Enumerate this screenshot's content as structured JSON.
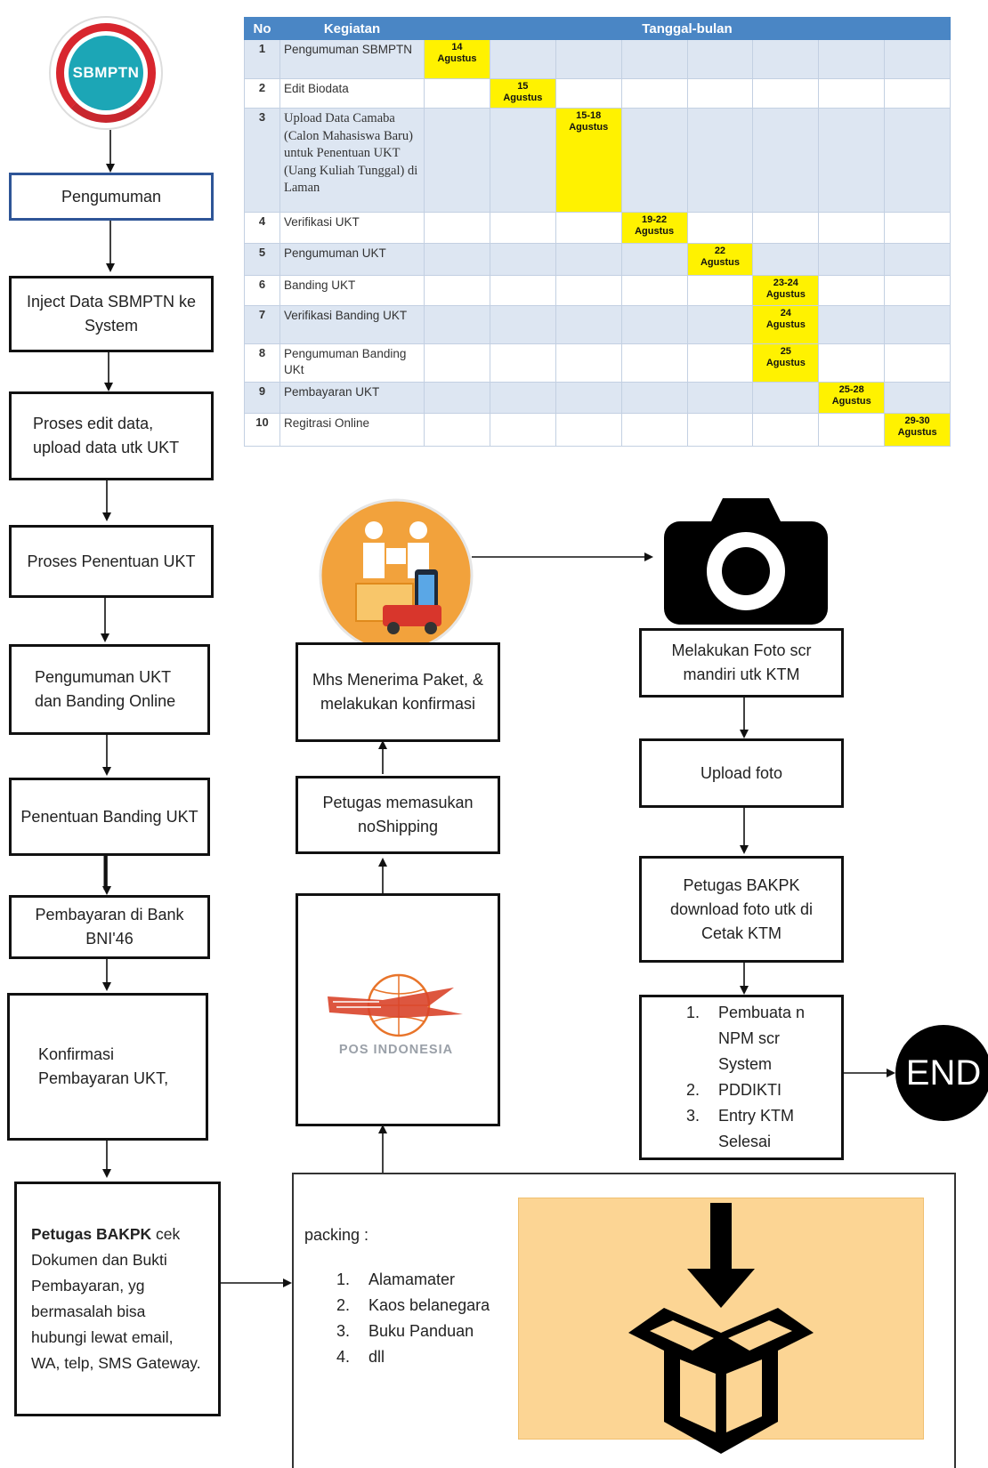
{
  "logo": {
    "text": "SBMPTN"
  },
  "schedule": {
    "headers": {
      "no": "No",
      "activity": "Kegiatan",
      "dates": "Tanggal-bulan"
    },
    "rows": [
      {
        "no": "1",
        "activity": "Pengumuman SBMPTN",
        "col": 0,
        "date": "14\nAgustus"
      },
      {
        "no": "2",
        "activity": "Edit Biodata",
        "col": 1,
        "date": "15\nAgustus"
      },
      {
        "no": "3",
        "activity": "Upload Data Camaba (Calon Mahasiswa Baru) untuk Penentuan UKT (Uang Kuliah Tunggal) di Laman",
        "col": 2,
        "date": "15-18\nAgustus"
      },
      {
        "no": "4",
        "activity": "Verifikasi UKT",
        "col": 3,
        "date": "19-22\nAgustus"
      },
      {
        "no": "5",
        "activity": "Pengumuman UKT",
        "col": 4,
        "date": "22\nAgustus"
      },
      {
        "no": "6",
        "activity": "Banding UKT",
        "col": 5,
        "date": "23-24\nAgustus"
      },
      {
        "no": "7",
        "activity": "Verifikasi Banding UKT",
        "col": 5,
        "date": "24\nAgustus"
      },
      {
        "no": "8",
        "activity": "Pengumuman Banding UKt",
        "col": 5,
        "date": "25\nAgustus"
      },
      {
        "no": "9",
        "activity": "Pembayaran UKT",
        "col": 6,
        "date": "25-28\nAgustus"
      },
      {
        "no": "10",
        "activity": "Regitrasi Online",
        "col": 7,
        "date": "29-30\nAgustus"
      }
    ]
  },
  "left_flow": {
    "pengumuman": "Pengumuman",
    "inject": "Inject Data SBMPTN ke System",
    "edit": "Proses edit data, upload data utk UKT",
    "penentuan": "Proses Penentuan UKT",
    "pengumuman_ukt": "Pengumuman UKT dan Banding Online",
    "banding": "Penentuan Banding UKT",
    "pembayaran": "Pembayaran di Bank BNI'46",
    "konfirmasi": "Konfirmasi Pembayaran UKT,",
    "petugas_bold": "Petugas BAKPK",
    "petugas_rest": " cek Dokumen dan Bukti Pembayaran, yg bermasalah bisa hubungi lewat email, WA, telp, SMS Gateway."
  },
  "middle_flow": {
    "mhs": "Mhs Menerima Paket, & melakukan konfirmasi",
    "petugas_shipping": "Petugas memasukan noShipping",
    "pos_logo_text": "POS INDONESIA"
  },
  "right_flow": {
    "foto": "Melakukan Foto scr mandiri utk KTM",
    "upload": "Upload foto",
    "download": "Petugas BAKPK download foto utk di Cetak KTM",
    "final_items": [
      {
        "num": "1.",
        "text": "Pembuata n NPM scr System"
      },
      {
        "num": "2.",
        "text": "PDDIKTI"
      },
      {
        "num": "3.",
        "text": "Entry KTM Selesai"
      }
    ],
    "end": "END"
  },
  "packing": {
    "title": "packing :",
    "items": [
      {
        "num": "1.",
        "text": "Alamamater"
      },
      {
        "num": "2.",
        "text": "Kaos belanegara"
      },
      {
        "num": "3.",
        "text": "Buku Panduan"
      },
      {
        "num": "4.",
        "text": "dll"
      }
    ]
  },
  "colors": {
    "header_blue": "#4a86c5",
    "row_alt": "#dde6f2",
    "highlight": "#fff200",
    "packing_panel": "#fcd594",
    "sbmptn_red": "#d8262e",
    "sbmptn_teal": "#1ca6b6",
    "delivery_orange": "#f2a23c",
    "pos_orange": "#e8742a"
  },
  "icons": [
    "sbmptn-logo",
    "delivery-icon",
    "camera-icon",
    "pos-indonesia-logo",
    "open-box-icon",
    "end-badge"
  ]
}
